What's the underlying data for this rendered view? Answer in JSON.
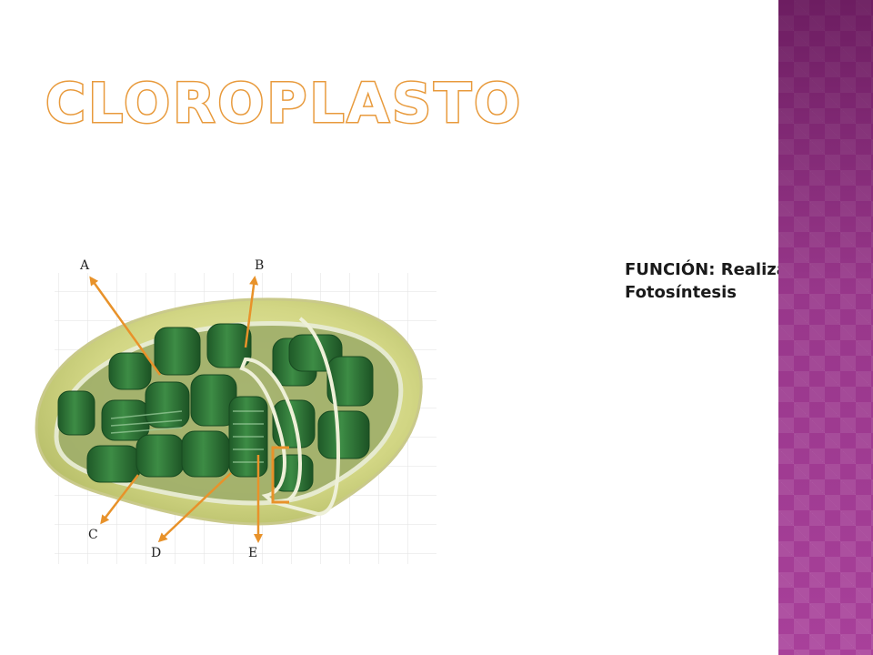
{
  "slide": {
    "title": "CLOROPLASTO",
    "function_text": "FUNCIÓN: Realizar la Fotosíntesis"
  },
  "diagram": {
    "labels": {
      "a": "A",
      "b": "B",
      "c": "C",
      "d": "D",
      "e": "E"
    }
  },
  "colors": {
    "title_outline": "#e89a3c",
    "arrow": "#e8922a",
    "grana": "#2f7a3a",
    "stroma": "#d9dc8a",
    "side_bar": "#a8409a"
  }
}
